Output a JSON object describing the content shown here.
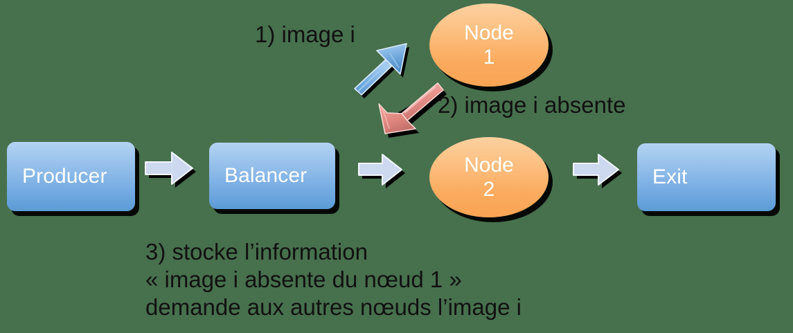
{
  "diagram": {
    "title": "Load balancer image distribution flow",
    "background_color": "#47704d",
    "palette": {
      "box_fill_top": "#b3d3f2",
      "box_fill_bottom": "#5b9bd5",
      "node_fill_top": "#fbd0a0",
      "node_fill_bottom": "#f9a354",
      "flat_arrow_fill": "#ccd9ee",
      "blue_arrow_fill": "#6fa8dc",
      "red_arrow_fill": "#e8908c",
      "text_color": "#111111",
      "shape_label_color": "#ffffff"
    },
    "boxes": [
      {
        "id": "producer",
        "label": "Producer"
      },
      {
        "id": "balancer",
        "label": "Balancer"
      },
      {
        "id": "exit",
        "label": "Exit"
      }
    ],
    "nodes": [
      {
        "id": "node1",
        "line1": "Node",
        "line2": "1"
      },
      {
        "id": "node2",
        "line1": "Node",
        "line2": "2"
      }
    ],
    "arrows": [
      {
        "id": "producer-to-balancer",
        "kind": "block-arrow-right"
      },
      {
        "id": "balancer-to-node2",
        "kind": "block-arrow-right"
      },
      {
        "id": "node2-to-exit",
        "kind": "block-arrow-right"
      },
      {
        "id": "balancer-to-node1",
        "kind": "bevel-arrow-up-right",
        "color": "#6fa8dc"
      },
      {
        "id": "node1-to-balancer",
        "kind": "bevel-arrow-down-left",
        "color": "#e8908c"
      }
    ],
    "captions": [
      {
        "id": "step-1",
        "text": "1) image i"
      },
      {
        "id": "step-2",
        "text": "2) image i absente"
      }
    ],
    "note": {
      "id": "step-3",
      "lines": [
        "3) stocke l’information",
        "« image i absente du nœud 1 »",
        "demande aux autres nœuds l’image i"
      ]
    }
  }
}
